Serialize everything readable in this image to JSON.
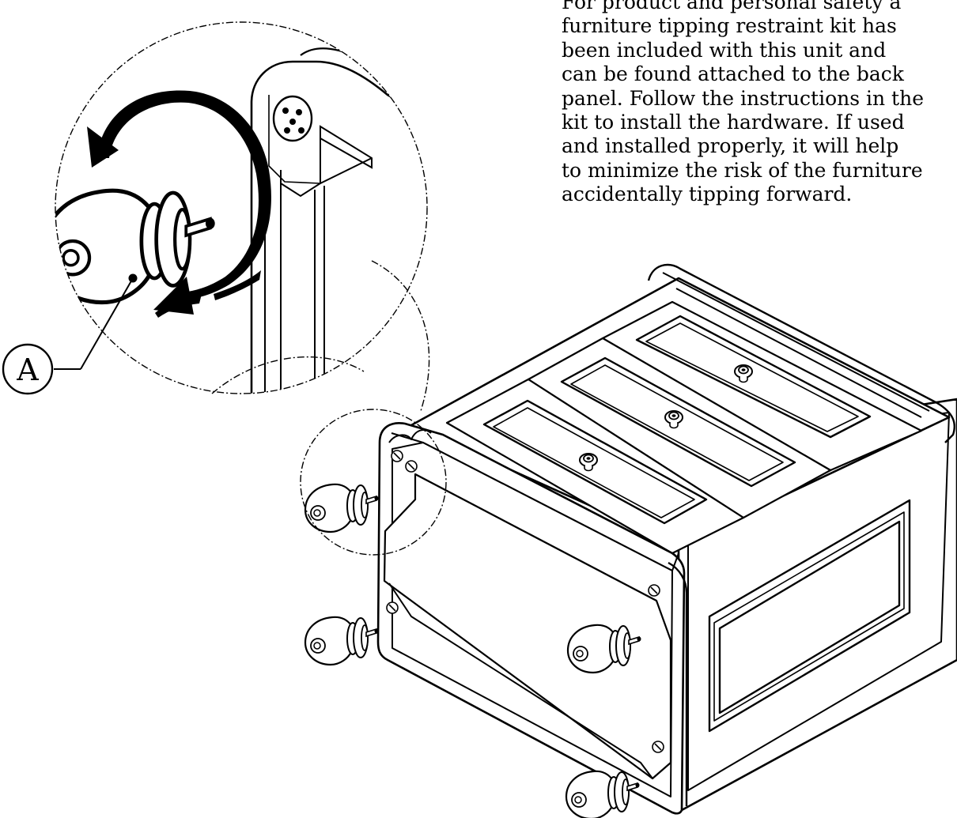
{
  "instruction": {
    "lines": [
      "For product and personal safety a",
      "furniture tipping restraint kit has",
      "been included with this unit and",
      "can be found attached to the back",
      "panel. Follow the instructions in the",
      "kit to install the hardware. If used",
      "and installed properly, it will help",
      "to minimize the risk of the furniture",
      "accidentally tipping forward."
    ]
  },
  "callout": {
    "label": "A"
  },
  "icons": {
    "rotation_arrow": "clockwise-rotation-arrow-icon",
    "knob": "drawer-knob-icon"
  },
  "colors": {
    "line": "#000000",
    "background": "#ffffff"
  }
}
